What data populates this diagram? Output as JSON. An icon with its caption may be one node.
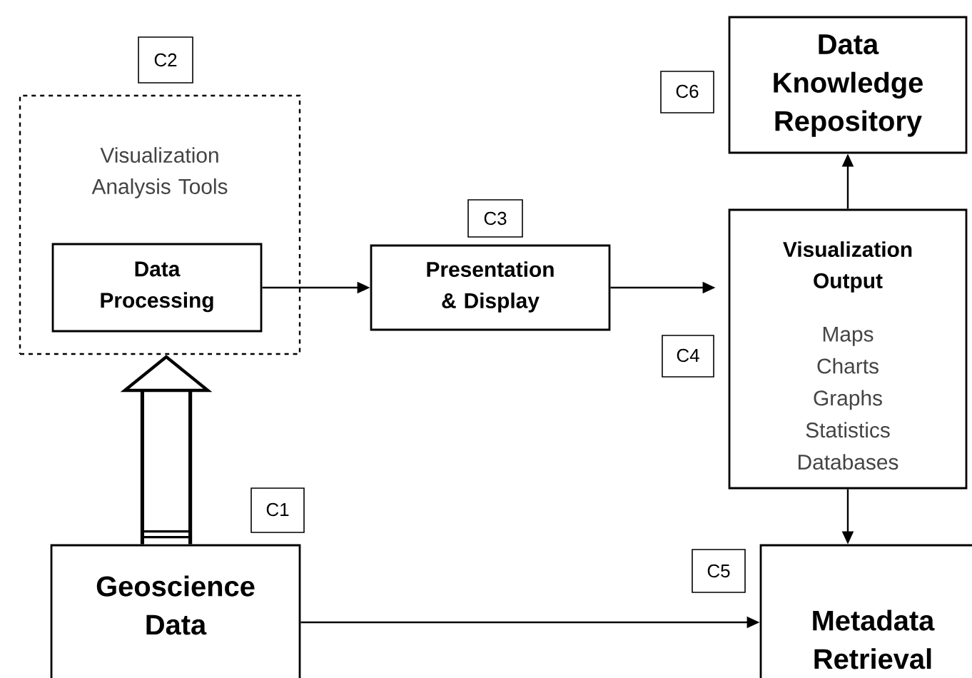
{
  "diagram": {
    "nodes": [
      {
        "text": [
          "C2"
        ]
      },
      {
        "text": [
          "Visualization Analysis Tools"
        ]
      },
      {
        "text": [
          "Data Processing"
        ],
        "in": 1
      },
      {
        "text": [
          "C3"
        ]
      },
      {
        "text": [
          "Presentation & Display"
        ]
      },
      {
        "text": [
          "C6"
        ]
      },
      {
        "text": [
          "Data Knowledge Repository"
        ]
      },
      {
        "text": [
          "Visualization Output",
          "Maps Charts Graphs Statistics Databases"
        ]
      },
      {
        "text": [
          "C4"
        ]
      },
      {
        "text": [
          "C1"
        ]
      },
      {
        "text": [
          "Geoscience Data"
        ]
      },
      {
        "text": [
          "C5"
        ]
      },
      {
        "text": [
          "Metadata Retrieval"
        ]
      }
    ],
    "edges": [
      {
        "from": 10,
        "to": 1,
        "arrow": "to",
        "style": "thick"
      },
      {
        "from": 2,
        "to": 4,
        "arrow": "to"
      },
      {
        "from": 4,
        "to": 7,
        "arrow": "to"
      },
      {
        "from": 7,
        "to": 6,
        "arrow": "to"
      },
      {
        "from": 7,
        "to": 12,
        "arrow": "to"
      },
      {
        "from": 10,
        "to": 12,
        "arrow": "to"
      }
    ]
  }
}
